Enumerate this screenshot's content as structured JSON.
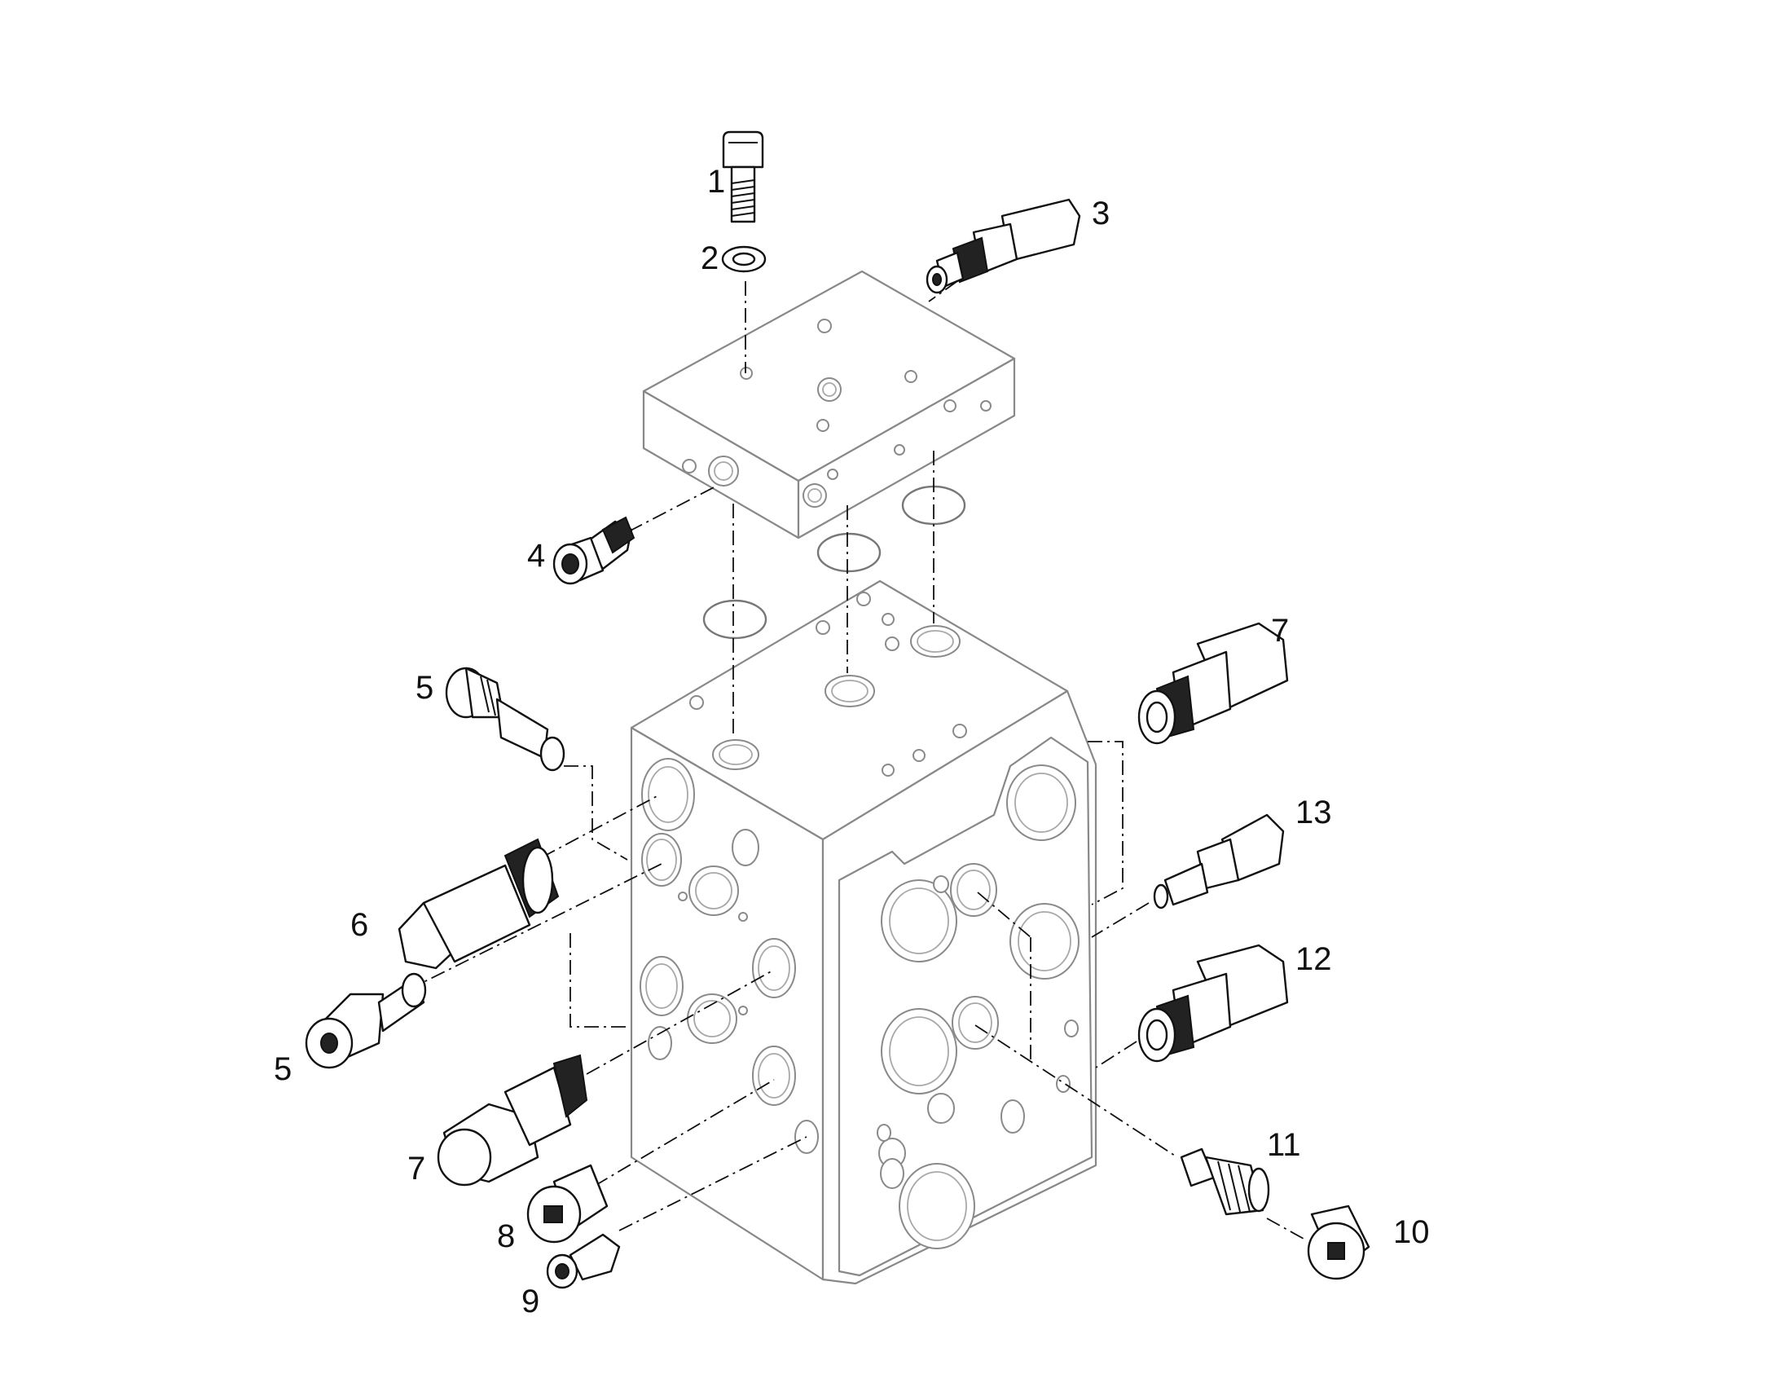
{
  "diagram": {
    "callouts": [
      {
        "id": "c1",
        "label": "1"
      },
      {
        "id": "c2",
        "label": "2"
      },
      {
        "id": "c3",
        "label": "3"
      },
      {
        "id": "c4",
        "label": "4"
      },
      {
        "id": "c5a",
        "label": "5"
      },
      {
        "id": "c5b",
        "label": "5"
      },
      {
        "id": "c6",
        "label": "6"
      },
      {
        "id": "c7a",
        "label": "7"
      },
      {
        "id": "c7b",
        "label": "7"
      },
      {
        "id": "c8",
        "label": "8"
      },
      {
        "id": "c9",
        "label": "9"
      },
      {
        "id": "c10",
        "label": "10"
      },
      {
        "id": "c11",
        "label": "11"
      },
      {
        "id": "c12",
        "label": "12"
      },
      {
        "id": "c13",
        "label": "13"
      }
    ]
  }
}
